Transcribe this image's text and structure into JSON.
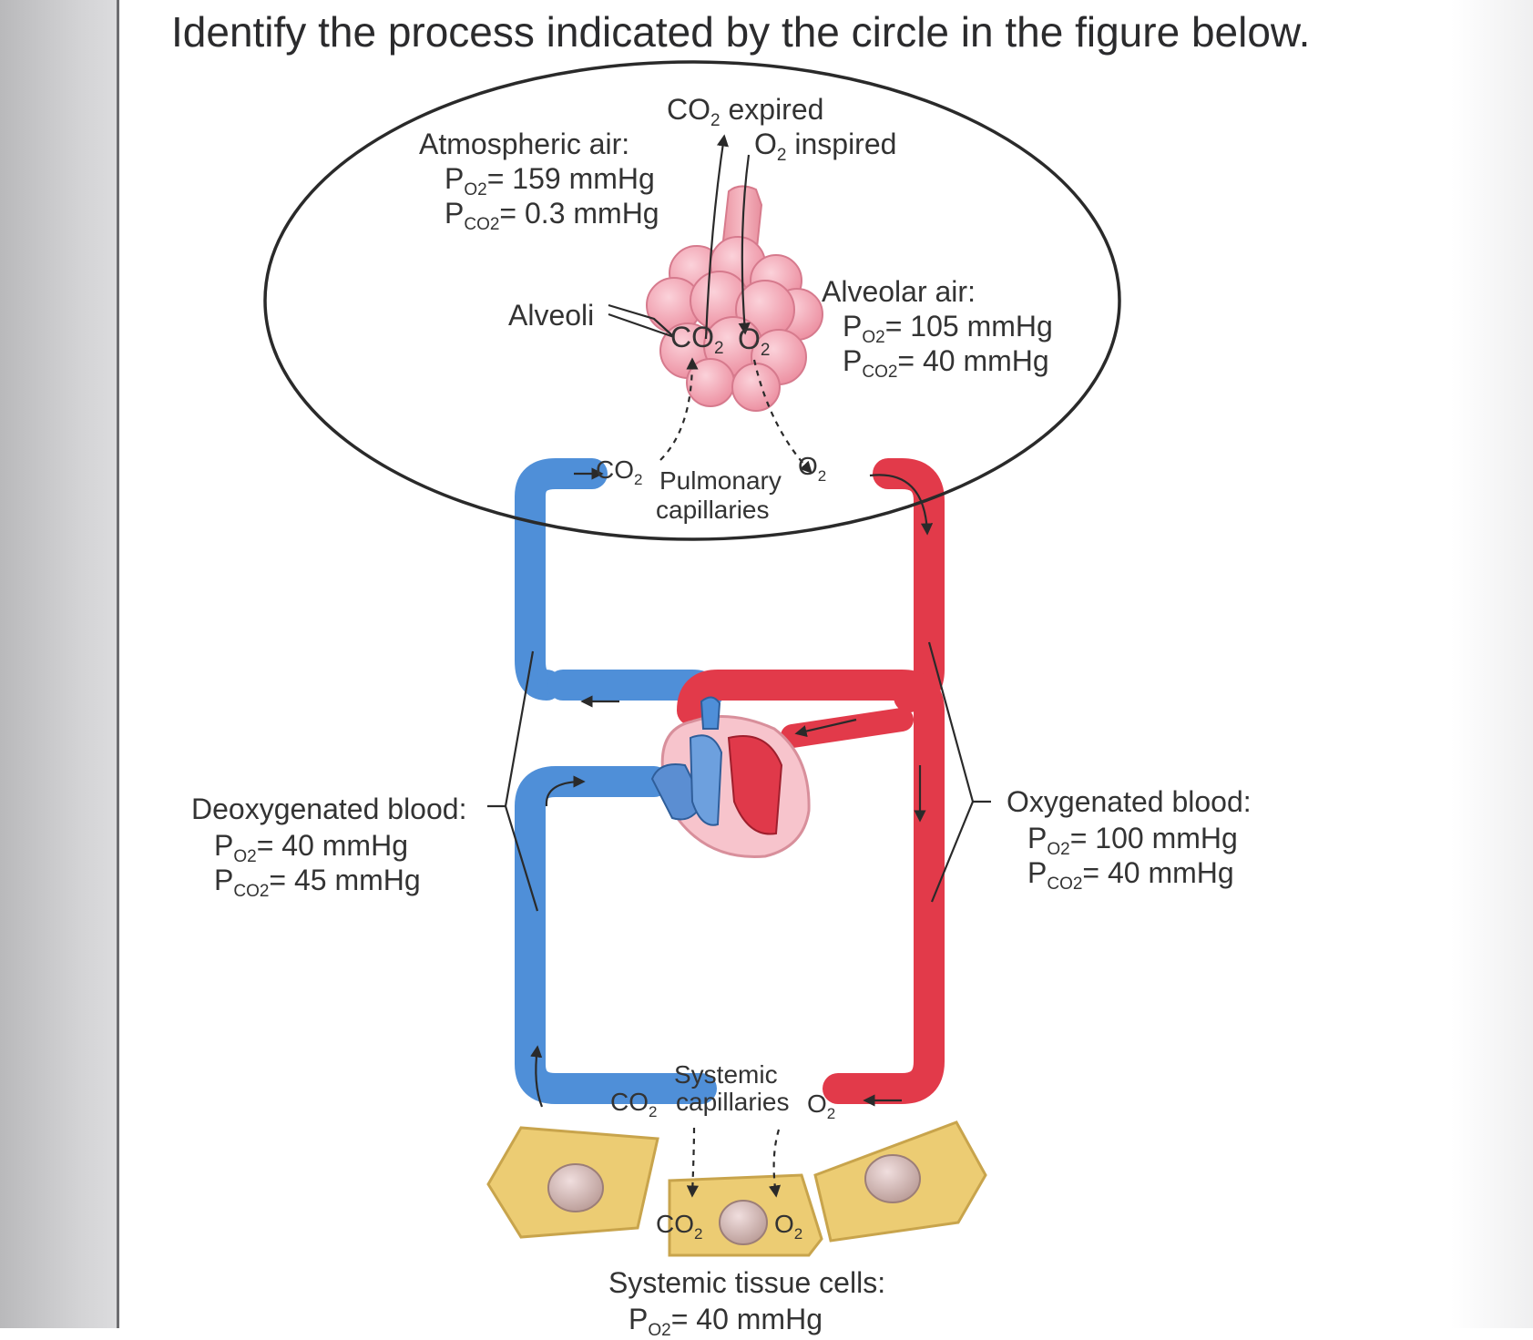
{
  "question": "Identify the process indicated by the circle in the figure below.",
  "diagram": {
    "atmospheric": {
      "heading": "Atmospheric air:",
      "po2": "= 159 mmHg",
      "pco2": "= 0.3 mmHg"
    },
    "co2_expired": "expired",
    "o2_inspired": "inspired",
    "alveoli": "Alveoli",
    "alveolar": {
      "heading": "Alveolar air:",
      "po2": "= 105 mmHg",
      "pco2": "= 40 mmHg"
    },
    "pulmonary_line1": "Pulmonary",
    "pulmonary_line2": "capillaries",
    "deoxygenated": {
      "heading": "Deoxygenated blood:",
      "po2": "= 40 mmHg",
      "pco2": "= 45 mmHg"
    },
    "oxygenated": {
      "heading": "Oxygenated blood:",
      "po2": "= 100 mmHg",
      "pco2": "= 40 mmHg"
    },
    "systemic_line1": "Systemic",
    "systemic_line2": "capillaries",
    "tissue": {
      "heading": "Systemic tissue cells:",
      "po2": "= 40 mmHg"
    },
    "symbols": {
      "co2": "CO",
      "o2": "O",
      "p": "P",
      "sub2": "2",
      "subO2": "O2",
      "subCO2": "CO2"
    }
  },
  "colors": {
    "deoxygenated": "#4f8fd8",
    "oxygenated": "#e23a4a",
    "alveoli": "#f2a7b4",
    "tissue": "#eccc73",
    "circle": "#2a2a2a"
  }
}
